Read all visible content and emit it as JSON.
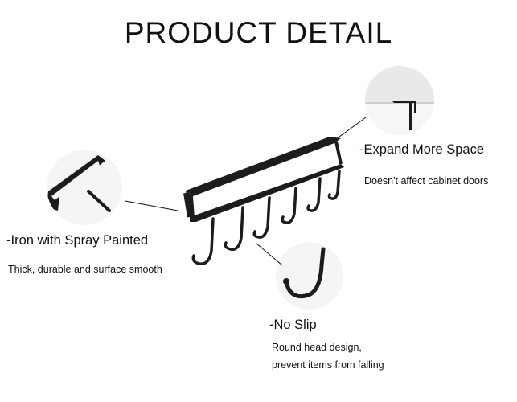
{
  "title": "PRODUCT DETAIL",
  "features": {
    "expand": {
      "heading": "-Expand More Space",
      "desc": "Doesn't affect cabinet doors"
    },
    "iron": {
      "heading": "-Iron with Spray Painted",
      "desc": "Thick, durable and surface smooth"
    },
    "noslip": {
      "heading": "-No Slip",
      "desc_line1": "Round head design,",
      "desc_line2": "prevent items from falling"
    }
  },
  "colors": {
    "ink": "#111111",
    "metal": "#1c1c1c",
    "circle_bg": "#f4f4f4"
  }
}
